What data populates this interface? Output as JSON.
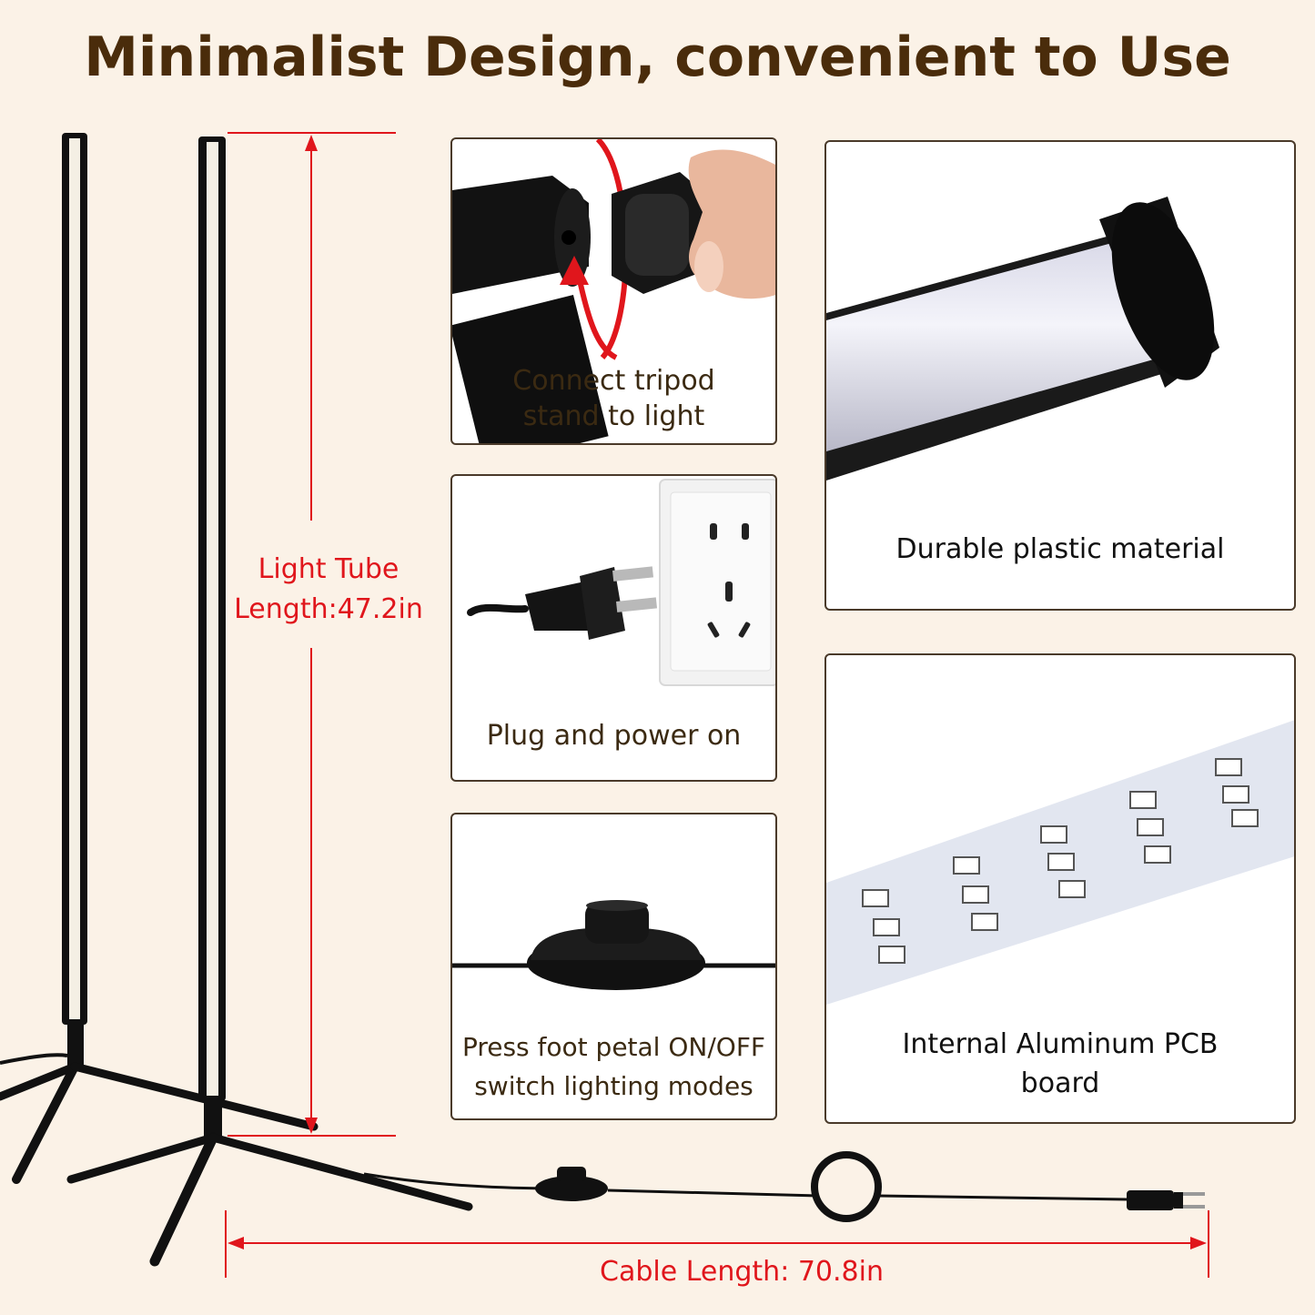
{
  "title": "Minimalist Design, convenient to Use",
  "tube_length_label": [
    "Light Tube",
    "Length:47.2in"
  ],
  "cable_length_label": "Cable Length: 70.8in",
  "cards": {
    "connect": [
      "Connect tripod",
      "stand to light"
    ],
    "plug": "Plug and power on",
    "foot": [
      "Press foot petal ON/OFF",
      "switch lighting modes"
    ],
    "plastic": "Durable plastic material",
    "pcb": [
      "Internal Aluminum PCB",
      "board"
    ]
  },
  "colors": {
    "title": "#4a2c0b",
    "accent_red": "#e0161c",
    "background": "#fbf2e7",
    "caption": "#3b2a12"
  }
}
